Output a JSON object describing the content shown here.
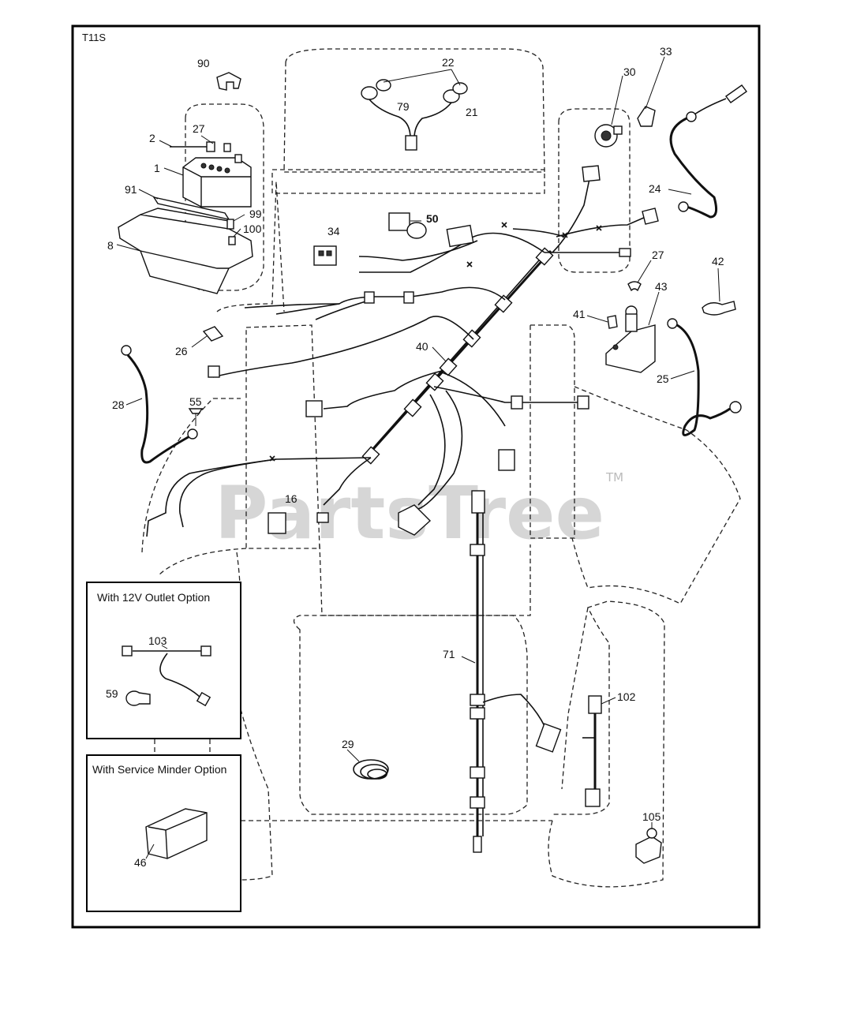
{
  "diagram": {
    "code": "T11S",
    "watermark": {
      "text": "PartsTree",
      "tm": "TM"
    },
    "callouts": [
      {
        "id": "c90",
        "text": "90"
      },
      {
        "id": "c22",
        "text": "22"
      },
      {
        "id": "c30",
        "text": "30"
      },
      {
        "id": "c33",
        "text": "33"
      },
      {
        "id": "c27a",
        "text": "27"
      },
      {
        "id": "c2",
        "text": "2"
      },
      {
        "id": "c1",
        "text": "1"
      },
      {
        "id": "c79",
        "text": "79"
      },
      {
        "id": "c21",
        "text": "21"
      },
      {
        "id": "c91",
        "text": "91"
      },
      {
        "id": "c99",
        "text": "99"
      },
      {
        "id": "c100",
        "text": "100"
      },
      {
        "id": "c8",
        "text": "8"
      },
      {
        "id": "c50",
        "text": "50"
      },
      {
        "id": "c34",
        "text": "34"
      },
      {
        "id": "c24",
        "text": "24"
      },
      {
        "id": "c27b",
        "text": "27"
      },
      {
        "id": "c42",
        "text": "42"
      },
      {
        "id": "c43",
        "text": "43"
      },
      {
        "id": "c41",
        "text": "41"
      },
      {
        "id": "c26",
        "text": "26"
      },
      {
        "id": "c40",
        "text": "40"
      },
      {
        "id": "c25",
        "text": "25"
      },
      {
        "id": "c28",
        "text": "28"
      },
      {
        "id": "c55",
        "text": "55"
      },
      {
        "id": "c16",
        "text": "16"
      },
      {
        "id": "c103",
        "text": "103"
      },
      {
        "id": "c59",
        "text": "59"
      },
      {
        "id": "c71",
        "text": "71"
      },
      {
        "id": "c102",
        "text": "102"
      },
      {
        "id": "c29",
        "text": "29"
      },
      {
        "id": "c46",
        "text": "46"
      },
      {
        "id": "c105",
        "text": "105"
      }
    ],
    "option_boxes": {
      "outlet": {
        "title": "With 12V Outlet Option"
      },
      "minder": {
        "title": "With Service Minder Option"
      }
    }
  }
}
